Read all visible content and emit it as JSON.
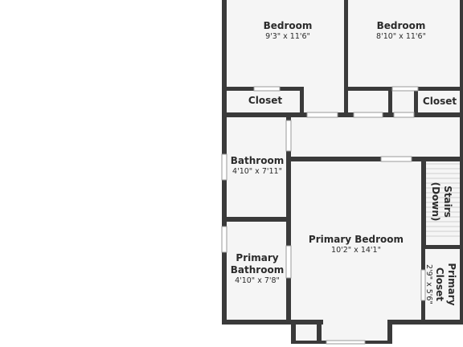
{
  "rooms": {
    "bedroom_left": {
      "name": "Bedroom",
      "dims": "9'3\" x 11'6\""
    },
    "bedroom_right": {
      "name": "Bedroom",
      "dims": "8'10\" x 11'6\""
    },
    "closet_left": {
      "name": "Closet"
    },
    "closet_right": {
      "name": "Closet"
    },
    "bathroom": {
      "name": "Bathroom",
      "dims": "4'10\" x 7'11\""
    },
    "primary_bathroom": {
      "name_line1": "Primary",
      "name_line2": "Bathroom",
      "dims": "4'10\" x 7'8\""
    },
    "primary_bedroom": {
      "name": "Primary Bedroom",
      "dims": "10'2\" x 14'1\""
    },
    "stairs": {
      "name_line1": "Stairs",
      "name_line2": "(Down)"
    },
    "primary_closet": {
      "name_line1": "Primary",
      "name_line2": "Closet",
      "dims": "2'9\" x 5'6\""
    }
  },
  "colors": {
    "wall": "#3a3a3a",
    "floor": "#f5f5f5",
    "opening": "#ffffff"
  }
}
